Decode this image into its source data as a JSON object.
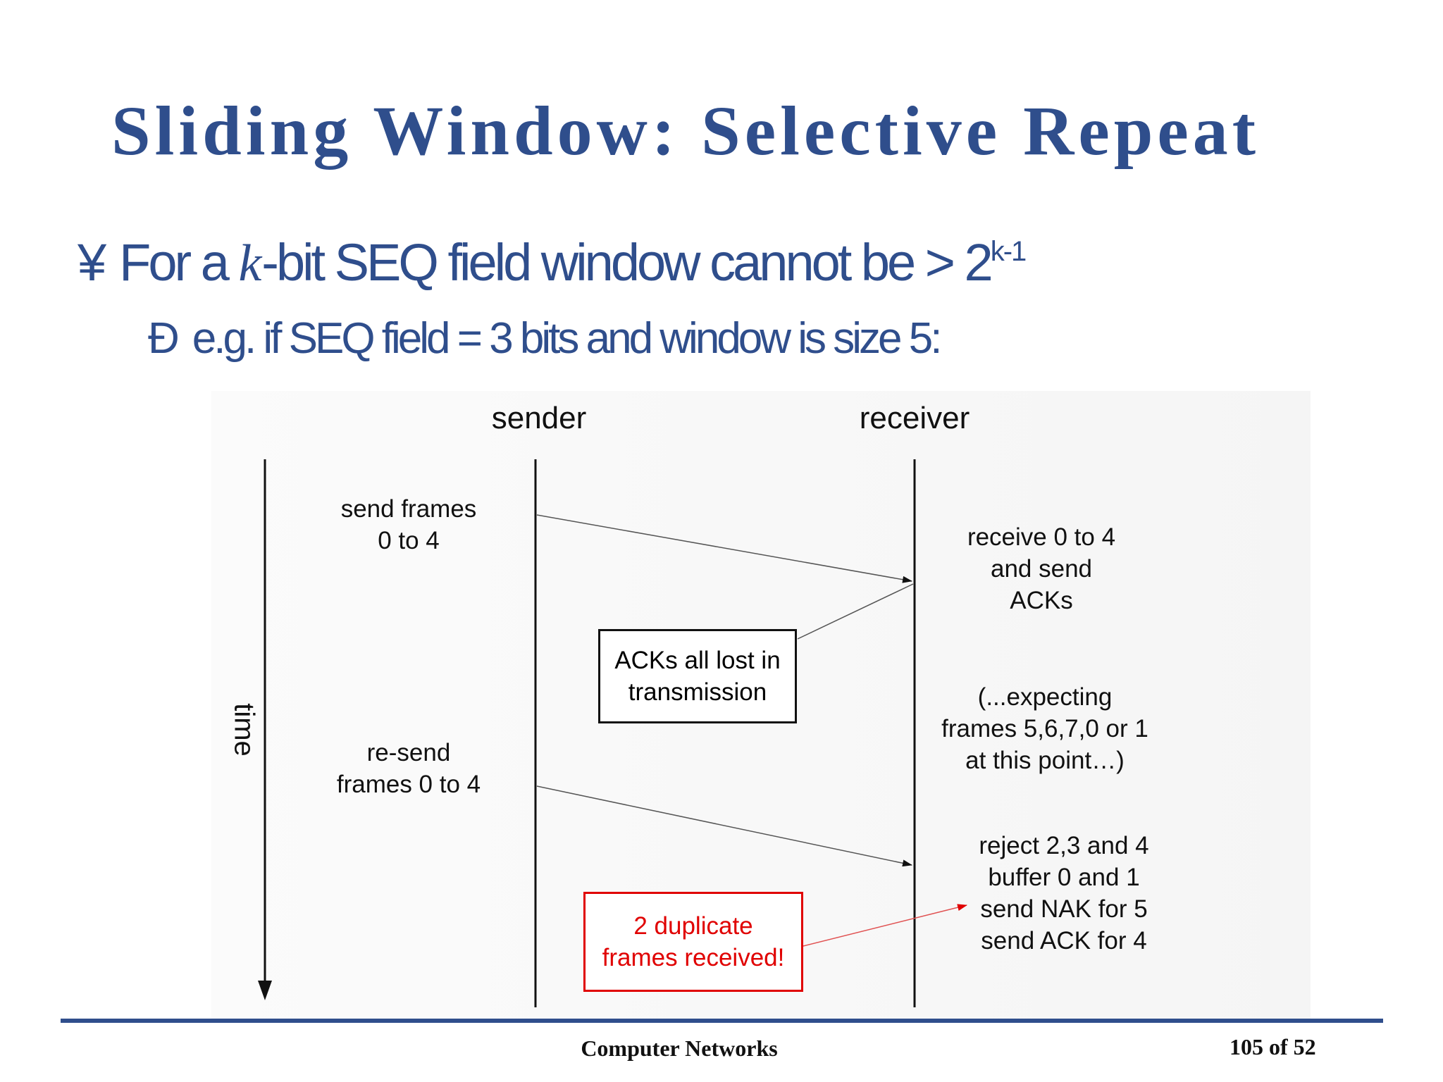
{
  "slide": {
    "title": "Sliding Window: Selective Repeat",
    "bullets": {
      "line1": {
        "glyph": "¥",
        "prefix": "For a ",
        "variable": "k",
        "middle": "-bit SEQ field window cannot be > 2",
        "superscript": "k-1"
      },
      "line2": {
        "glyph": "Ð",
        "text": "e.g. if SEQ field = 3 bits and window is size 5:"
      }
    }
  },
  "diagram": {
    "headers": {
      "sender": "sender",
      "receiver": "receiver"
    },
    "time_label": "time",
    "sender_notes": {
      "send": "send frames\n0 to 4",
      "resend": "re-send\nframes 0 to 4"
    },
    "receiver_notes": {
      "receive": "receive 0 to 4\nand send\nACKs",
      "expecting": "(...expecting\nframes 5,6,7,0 or 1\nat this point…)",
      "reject": "reject 2,3 and 4\nbuffer 0 and 1\nsend NAK for 5\nsend ACK for 4"
    },
    "callouts": {
      "acks_lost": "ACKs all lost in\ntransmission",
      "duplicates": "2 duplicate\nframes received!"
    },
    "colors": {
      "line": "#111111",
      "arrow": "#555555",
      "alert": "#e00000"
    }
  },
  "footer": {
    "course": "Computer Networks",
    "page": "105 of 52"
  }
}
